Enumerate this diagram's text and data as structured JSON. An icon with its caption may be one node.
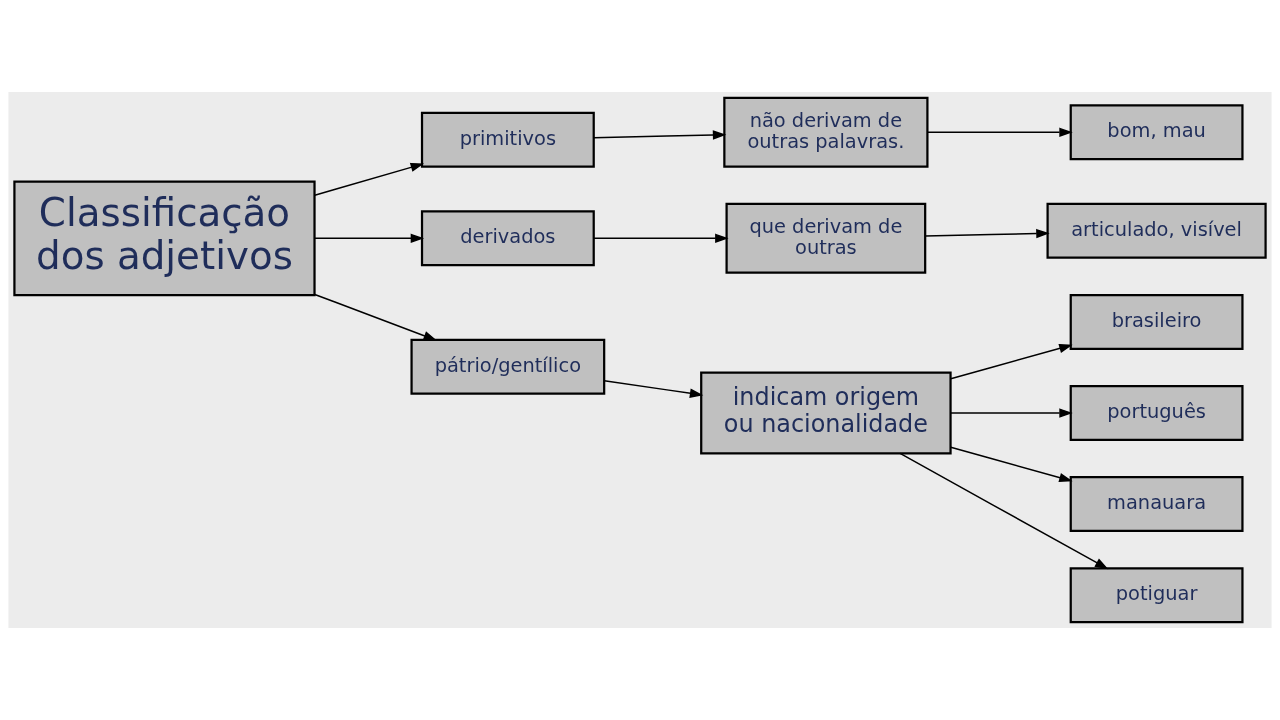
{
  "diagram": {
    "nodes": [
      {
        "text": [
          "Classificação dos adjetivos"
        ]
      },
      {
        "text": [
          "primitivos"
        ]
      },
      {
        "text": [
          "não derivam de outras palavras."
        ]
      },
      {
        "text": [
          "bom, mau"
        ]
      },
      {
        "text": [
          "derivados"
        ]
      },
      {
        "text": [
          "que derivam de outras"
        ]
      },
      {
        "text": [
          "articulado, visível"
        ]
      },
      {
        "text": [
          "pátrio/gentílico"
        ]
      },
      {
        "text": [
          "indicam origem ou nacionalidade"
        ]
      },
      {
        "text": [
          "brasileiro"
        ]
      },
      {
        "text": [
          "português"
        ]
      },
      {
        "text": [
          "manauara"
        ]
      },
      {
        "text": [
          "potiguar"
        ]
      }
    ],
    "edges": [
      {
        "from": 0,
        "to": 1,
        "arrow": "to"
      },
      {
        "from": 0,
        "to": 4,
        "arrow": "to"
      },
      {
        "from": 0,
        "to": 7,
        "arrow": "to"
      },
      {
        "from": 1,
        "to": 2,
        "arrow": "to"
      },
      {
        "from": 2,
        "to": 3,
        "arrow": "to"
      },
      {
        "from": 4,
        "to": 5,
        "arrow": "to"
      },
      {
        "from": 5,
        "to": 6,
        "arrow": "to"
      },
      {
        "from": 7,
        "to": 8,
        "arrow": "to"
      },
      {
        "from": 8,
        "to": 9,
        "arrow": "to"
      },
      {
        "from": 8,
        "to": 10,
        "arrow": "to"
      },
      {
        "from": 8,
        "to": 11,
        "arrow": "to"
      },
      {
        "from": 8,
        "to": 12,
        "arrow": "to"
      }
    ]
  }
}
